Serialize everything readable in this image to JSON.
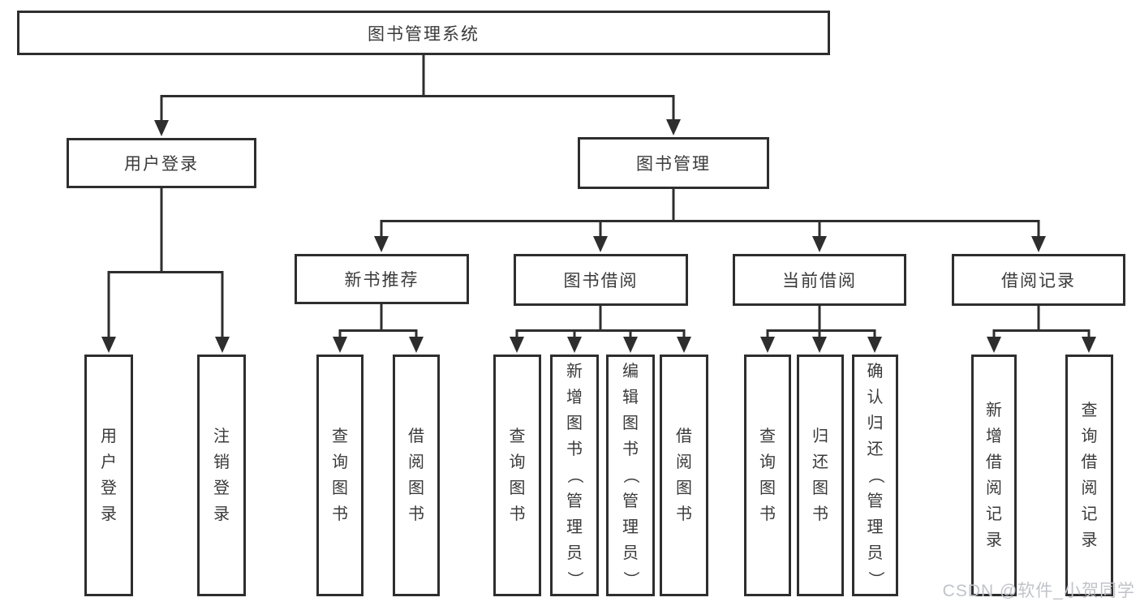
{
  "tree": {
    "root": "图书管理系统",
    "branches": [
      {
        "label": "用户登录",
        "children": [
          "用户登录",
          "注销登录"
        ]
      },
      {
        "label": "图书管理",
        "groups": [
          {
            "label": "新书推荐",
            "children": [
              "查询图书",
              "借阅图书"
            ]
          },
          {
            "label": "图书借阅",
            "children": [
              "查询图书",
              "新增图书（管理员）",
              "编辑图书（管理员）",
              "借阅图书"
            ]
          },
          {
            "label": "当前借阅",
            "children": [
              "查询图书",
              "归还图书",
              "确认归还（管理员）"
            ]
          },
          {
            "label": "借阅记录",
            "children": [
              "新增借阅记录",
              "查询借阅记录"
            ]
          }
        ]
      }
    ]
  },
  "watermark": "CSDN @软件_小贺同学",
  "colors": {
    "line": "#2e2e2e",
    "text": "#3a3a3a",
    "watermark": "#c0c3c9",
    "background": "#ffffff"
  }
}
